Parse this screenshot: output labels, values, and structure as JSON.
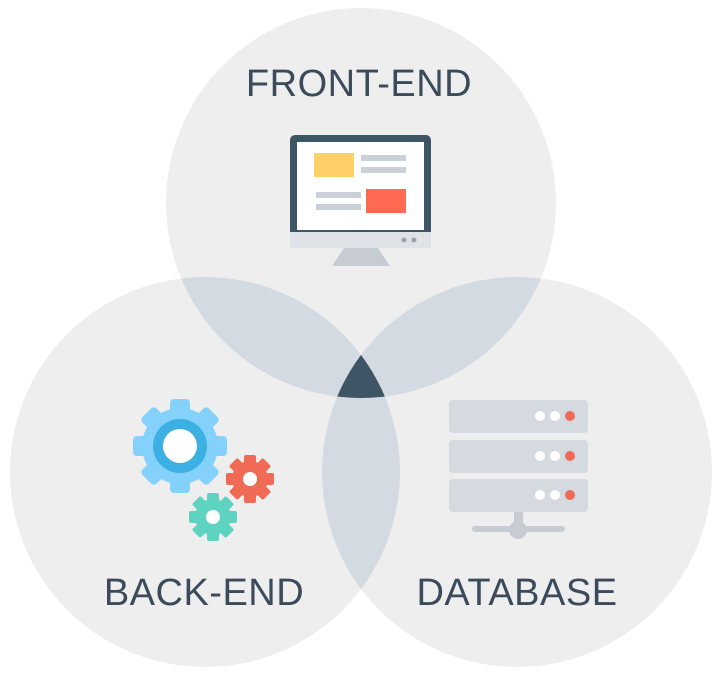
{
  "diagram": {
    "circles": [
      {
        "id": "front-end",
        "label": "FRONT-END",
        "icon": "monitor-icon"
      },
      {
        "id": "back-end",
        "label": "BACK-END",
        "icon": "gears-icon"
      },
      {
        "id": "database",
        "label": "DATABASE",
        "icon": "server-icon"
      }
    ]
  },
  "colors": {
    "circle_fill": "#eeeeee",
    "pair_overlap": "#d4dae2",
    "center_overlap": "#3e5566",
    "label_text": "#3c4b5c",
    "monitor_frame": "#3e5566",
    "yellow_block": "#fdd167",
    "red_block": "#fe6b52",
    "gear_blue": "#84d2fb",
    "gear_red": "#f06a55",
    "gear_teal": "#5dd3c0",
    "server_gray": "#d5d9e0"
  }
}
